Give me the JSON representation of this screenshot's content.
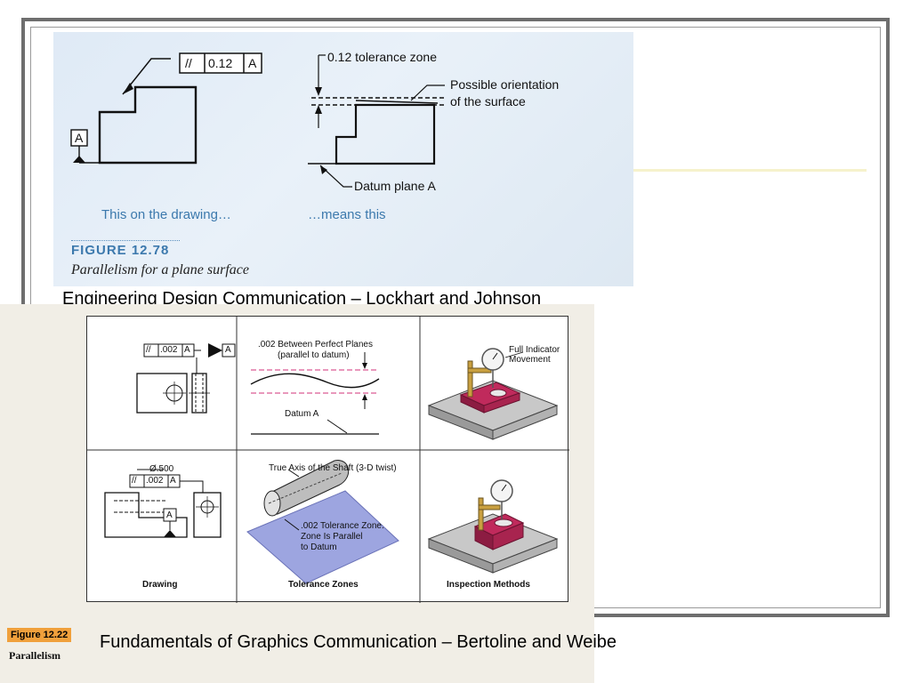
{
  "figure1": {
    "fcf_frame": "//",
    "fcf_tolerance": "0.12",
    "fcf_datum": "A",
    "datum_label": "A",
    "tolerance_zone": "0.12 tolerance zone",
    "possible_orientation": "Possible orientation",
    "of_the_surface": "of the surface",
    "datum_plane": "Datum plane A",
    "caption_drawing": "This on the drawing…",
    "caption_means": "…means this",
    "figure_number": "FIGURE 12.78",
    "figure_title": "Parallelism for a plane surface"
  },
  "caption1": "Engineering Design Communication – Lockhart and Johnson",
  "figure2": {
    "fcf1": {
      "symbol": "//",
      "value": ".002",
      "datum": "A"
    },
    "datum_flag": "A",
    "between_planes": ".002 Between Perfect Planes",
    "parallel_to_datum": "(parallel to datum)",
    "datum_a": "Datum A",
    "full_indicator": "Full Indicator",
    "movement": "Movement",
    "diameter": "Ø.500",
    "fcf2": {
      "symbol": "//",
      "value": ".002",
      "datum": "A"
    },
    "datum_box": "A",
    "true_axis": "True Axis of the Shaft (3-D twist)",
    "zone_line1": ".002 Tolerance Zone.",
    "zone_line2": "Zone Is Parallel",
    "zone_line3": "to Datum",
    "col_drawing": "Drawing",
    "col_tolerance": "Tolerance Zones",
    "col_inspection": "Inspection Methods",
    "badge": "Figure 12.22",
    "subtitle": "Parallelism"
  },
  "caption2": "Fundamentals of Graphics Communication – Bertoline and Weibe",
  "colors": {
    "figure1_blue": "#3c79ad",
    "badge_orange": "#f0a03c",
    "zone_purple": "#9da5e0",
    "part_magenta": "#c02a5c",
    "tolerance_dash": "#d0307a"
  }
}
